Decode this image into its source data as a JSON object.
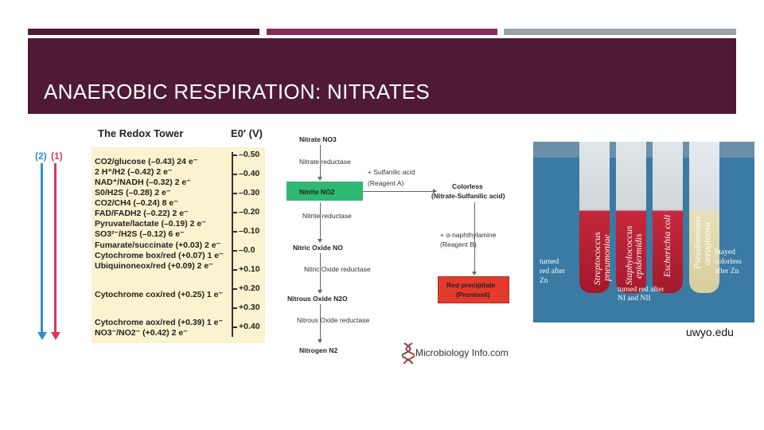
{
  "title": "ANAEROBIC RESPIRATION: NITRATES",
  "credit": "uwyo.edu",
  "redox_tower": {
    "title": "The Redox Tower",
    "eo_label": "E0′ (V)",
    "arrow_labels": [
      "(2)",
      "(1)"
    ],
    "couples": [
      "CO2/glucose (–0.43) 24 e⁻",
      "2 H⁺/H2 (–0.42) 2 e⁻",
      "NAD⁺/NADH (–0.32) 2 e⁻",
      "S0/H2S (–0.28) 2 e⁻",
      "CO2/CH4 (–0.24) 8 e⁻",
      "FAD/FADH2 (–0.22) 2 e⁻",
      "Pyruvate/lactate (–0.19) 2 e⁻",
      "SO3²⁻/H2S (–0.12) 6 e⁻",
      "Fumarate/succinate (+0.03) 2 e⁻",
      "Cytochrome box/red (+0.07) 1 e⁻",
      "Ubiquinoneox/red (+0.09) 2 e⁻",
      "Cytochrome cox/red (+0.25) 1 e⁻",
      "Cytochrome aox/red (+0.39) 1 e⁻",
      "NO3⁻/NO2⁻ (+0.42) 2 e⁻"
    ],
    "scale": [
      "–0.50",
      "–0.40",
      "–0.30",
      "–0.20",
      "–0.10",
      "–0.0",
      "+0.10",
      "+0.20",
      "+0.30",
      "+0.40"
    ]
  },
  "flow": {
    "nitrate": "Nitrate NO3",
    "nitrate_reductase": "Nitrate reductase",
    "nitrite": "Nitrite NO2",
    "nitrite_reductase": "Nitrite reductase",
    "nitric_oxide": "Nitric Oxide NO",
    "nitric_oxide_reductase": "Nitric Oxide reductase",
    "nitrous_oxide": "Nitrous Oxide N2O",
    "nitrous_oxide_reductase": "Nitrous Oxide reductase",
    "nitrogen": "Nitrogen N2",
    "reagent_a_1": "+ Sulfanilic acid",
    "reagent_a_2": "(Reagent A)",
    "colorless_1": "Colorless",
    "colorless_2": "(Nitrate-Sulfanilic acid)",
    "reagent_b_1": "+ α-naphthylamine",
    "reagent_b_2": "(Reagent B)",
    "red_1": "Red precipitate",
    "red_2": "(Prontosil)",
    "logo": "Microbiology Info.com"
  },
  "photo": {
    "label_left_1": "turned",
    "label_left_2": "red after",
    "label_left_3": "Zn",
    "label_bottom_1": "turned red after",
    "label_bottom_2": "NI and NII",
    "label_right_1": "Stayed",
    "label_right_2": "colorless",
    "label_right_3": "after Zn",
    "tube1_a": "Streptococcus",
    "tube1_b": "pneumoniae",
    "tube2_a": "Staphylococcus",
    "tube2_b": "epidermidis",
    "tube3_a": "Escherichia coli",
    "tube4_a": "Pseudomonas",
    "tube4_b": "aeruginosa"
  },
  "colors": {
    "banner": "#4e1a35",
    "accent_bar": "#8a2a5a",
    "gray_bar": "#9aa1a8"
  }
}
